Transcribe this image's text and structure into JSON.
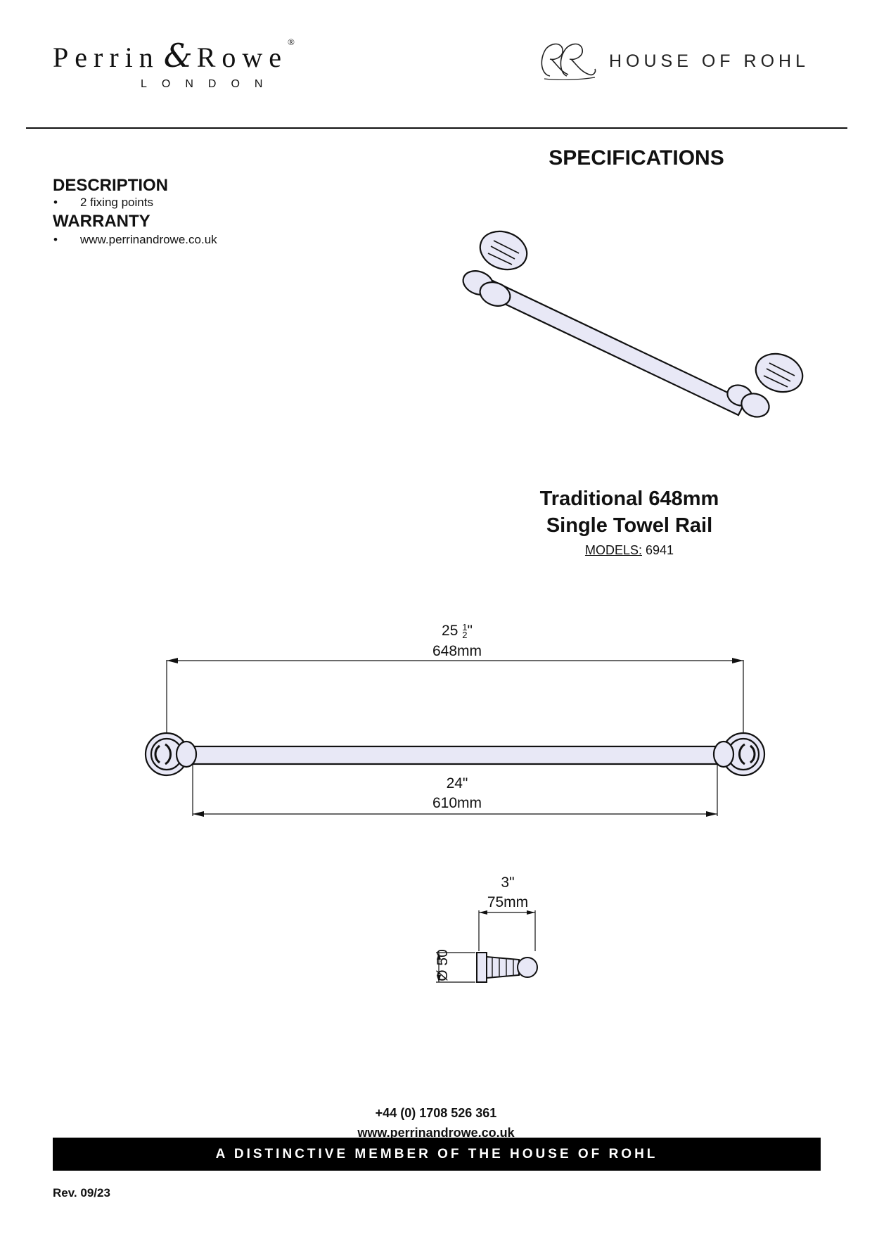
{
  "header": {
    "brand_name_left": "Perrin",
    "brand_amp": "&",
    "brand_name_right": "Rowe",
    "brand_reg": "®",
    "brand_city": "LONDON",
    "group_monogram": "RR",
    "group_name": "HOUSE OF ROHL"
  },
  "page_heading": "SPECIFICATIONS",
  "description": {
    "heading": "DESCRIPTION",
    "bullet": "•",
    "items": [
      "2 fixing points"
    ]
  },
  "warranty": {
    "heading": "WARRANTY",
    "bullet": "•",
    "items": [
      "www.perrinandrowe.co.uk"
    ]
  },
  "product": {
    "title_line1": "Traditional 648mm",
    "title_line2": "Single Towel Rail",
    "models_label": "MODELS:",
    "models_value": "6941"
  },
  "dimensions": {
    "overall_inch_whole": "25",
    "overall_inch_frac_num": "1",
    "overall_inch_frac_den": "2",
    "overall_inch_mark": "\"",
    "overall_mm": "648mm",
    "inner_inch": "24\"",
    "inner_mm": "610mm",
    "projection_inch": "3\"",
    "projection_mm": "75mm",
    "diameter": "Ø 50"
  },
  "footer": {
    "phone": "+44 (0) 1708 526 361",
    "website": "www.perrinandrowe.co.uk",
    "tagline": "A DISTINCTIVE MEMBER OF THE HOUSE OF ROHL",
    "revision": "Rev. 09/23"
  },
  "colors": {
    "drawing_fill": "#e8e8f6",
    "drawing_stroke": "#111111",
    "tagline_bg": "#000000",
    "tagline_text": "#ffffff"
  }
}
